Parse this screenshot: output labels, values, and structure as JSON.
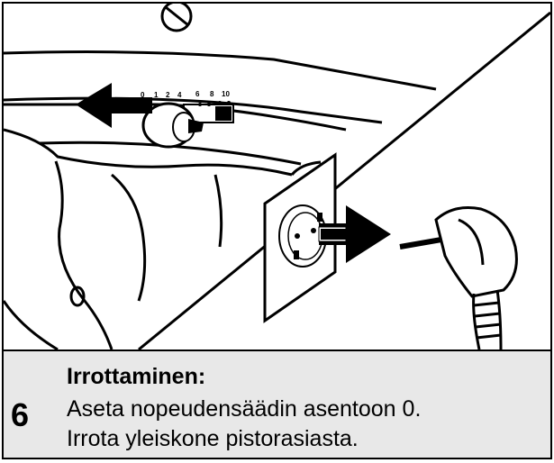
{
  "step": {
    "number": "6",
    "title": "Irrottaminen:",
    "lines": [
      "Aseta nopeudensäädin asentoon 0.",
      "Irrota yleiskone pistorasiasta."
    ]
  },
  "speed_dial": {
    "labels": [
      "0",
      "1",
      "2",
      "4",
      "6",
      "8",
      "10"
    ]
  },
  "colors": {
    "line": "#000000",
    "background": "#ffffff",
    "caption_background": "#e8e8e8"
  }
}
